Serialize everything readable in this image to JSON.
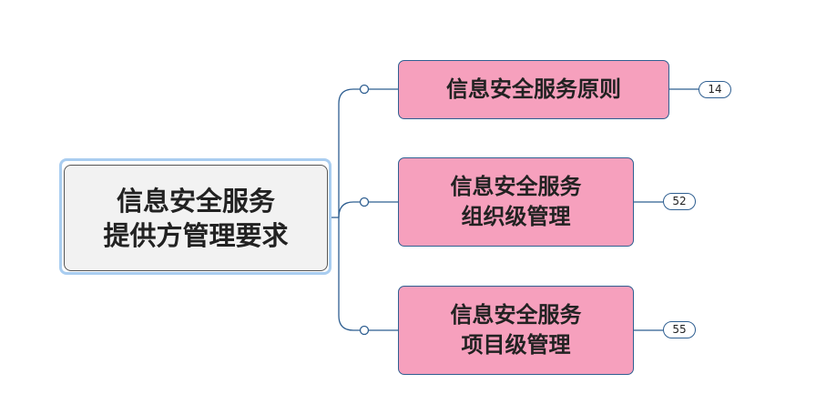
{
  "mindmap": {
    "central_topic": {
      "line1": "信息安全服务",
      "line2": "提供方管理要求"
    },
    "topics": [
      {
        "line1": "信息安全服务原则",
        "line2": "",
        "count": "14"
      },
      {
        "line1": "信息安全服务",
        "line2": "组织级管理",
        "count": "52"
      },
      {
        "line1": "信息安全服务",
        "line2": "项目级管理",
        "count": "55"
      }
    ],
    "colors": {
      "central_fill": "#f2f2f2",
      "central_selection": "#a9cdf0",
      "topic_fill": "#f6a0bd",
      "connector": "#2f5f91"
    }
  }
}
